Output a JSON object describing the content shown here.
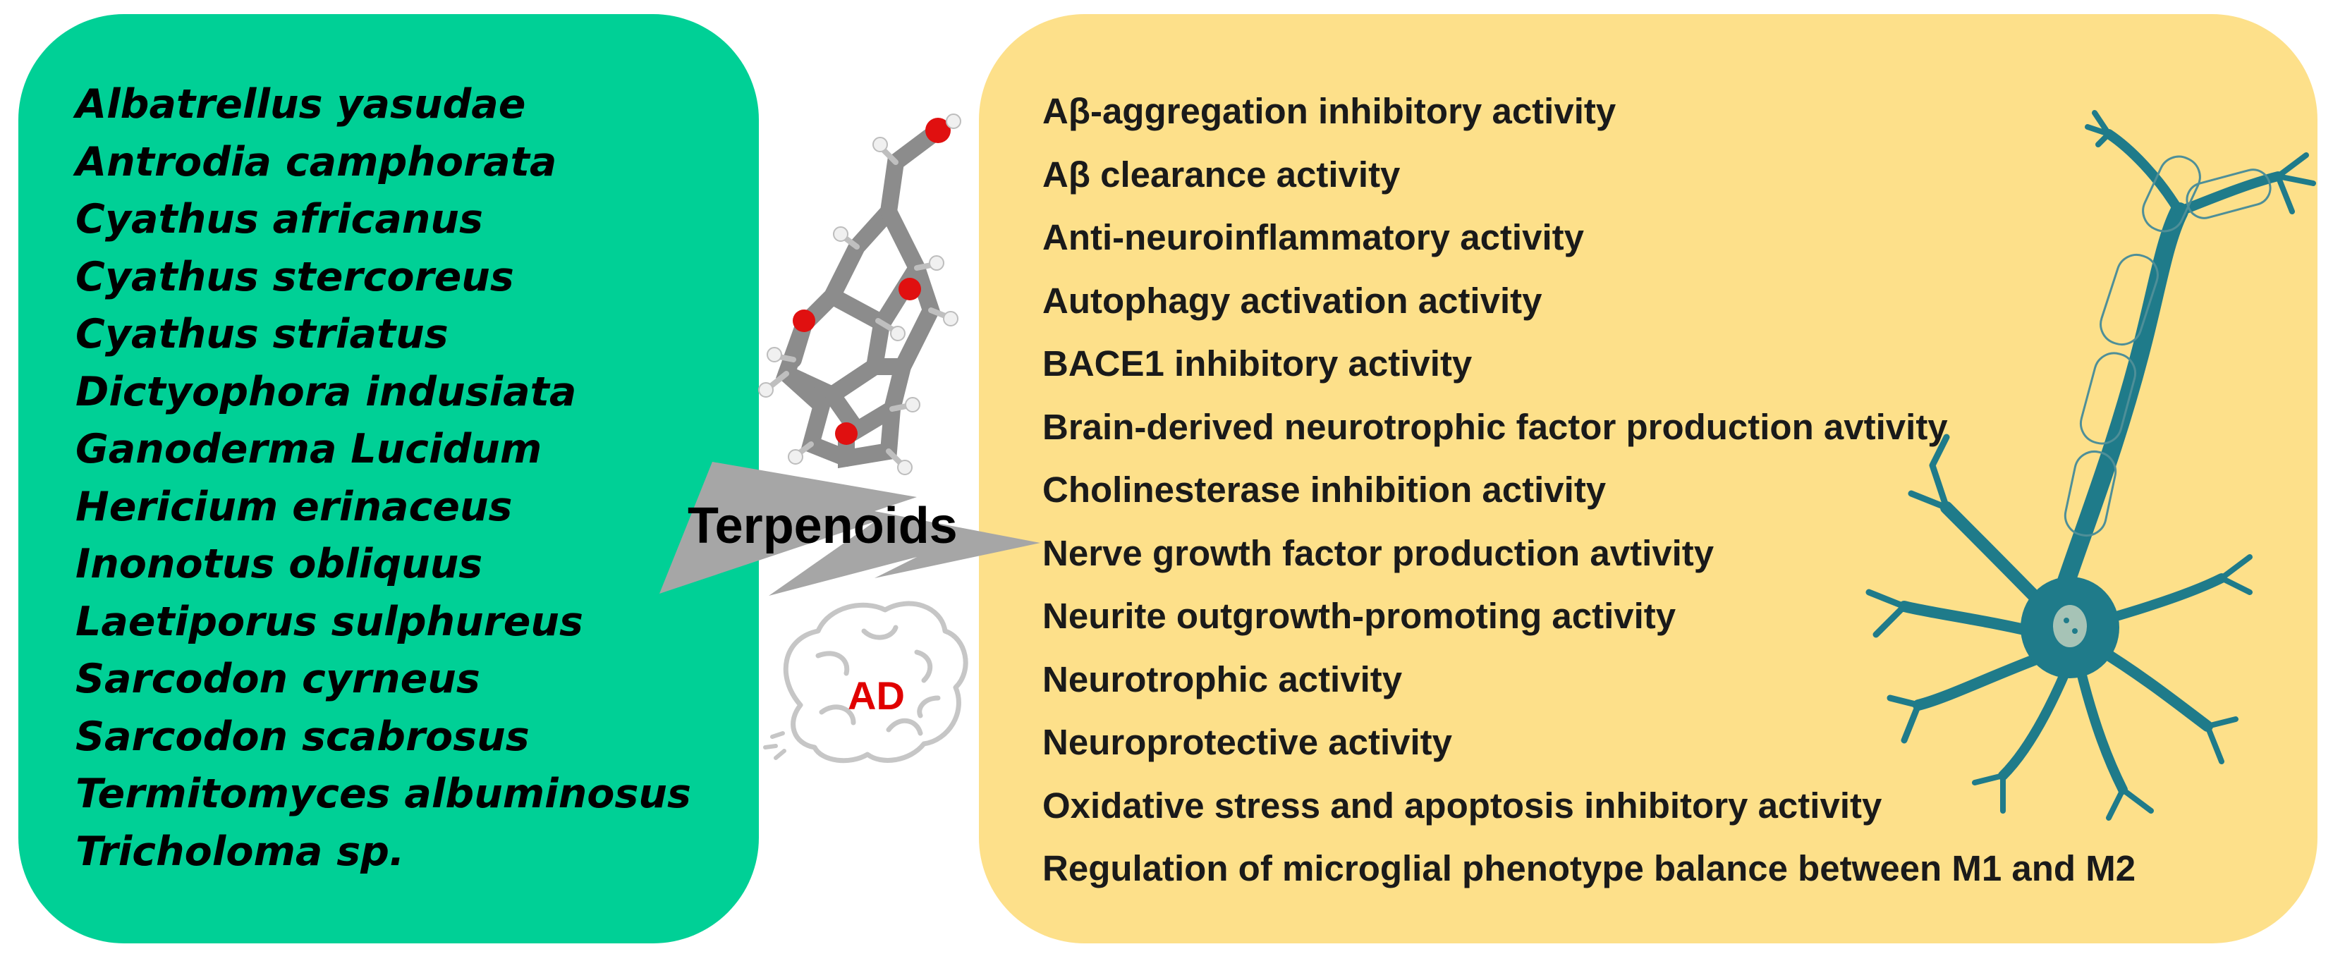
{
  "species": [
    "Albatrellus yasudae",
    "Antrodia camphorata",
    "Cyathus africanus",
    "Cyathus stercoreus",
    "Cyathus striatus",
    "Dictyophora indusiata",
    "Ganoderma Lucidum",
    "Hericium erinaceus",
    "Inonotus obliquus",
    "Laetiporus sulphureus",
    "Sarcodon cyrneus",
    "Sarcodon scabrosus",
    "Termitomyces albuminosus",
    "Tricholoma sp."
  ],
  "connector": {
    "label": "Terpenoids"
  },
  "brain": {
    "label": "AD"
  },
  "activities": [
    "Aβ-aggregation inhibitory activity",
    "Aβ clearance activity",
    "Anti-neuroinflammatory activity",
    "Autophagy activation activity",
    "BACE1 inhibitory activity",
    "Brain-derived neurotrophic factor production avtivity",
    "Cholinesterase inhibition activity",
    "Nerve growth factor production avtivity",
    "Neurite outgrowth-promoting activity",
    "Neurotrophic activity",
    "Neuroprotective activity",
    "Oxidative stress and apoptosis inhibitory activity",
    "Regulation of microglial phenotype balance between M1 and M2"
  ],
  "colors": {
    "left_panel": "#00d096",
    "right_panel": "#fde08a",
    "arrow": "#a6a6a6",
    "neuron": "#1f7b8a",
    "ad_text": "#e00000"
  },
  "icons": {
    "molecule": "terpenoid-molecule-icon",
    "brain": "brain-icon",
    "neuron": "neuron-icon"
  }
}
